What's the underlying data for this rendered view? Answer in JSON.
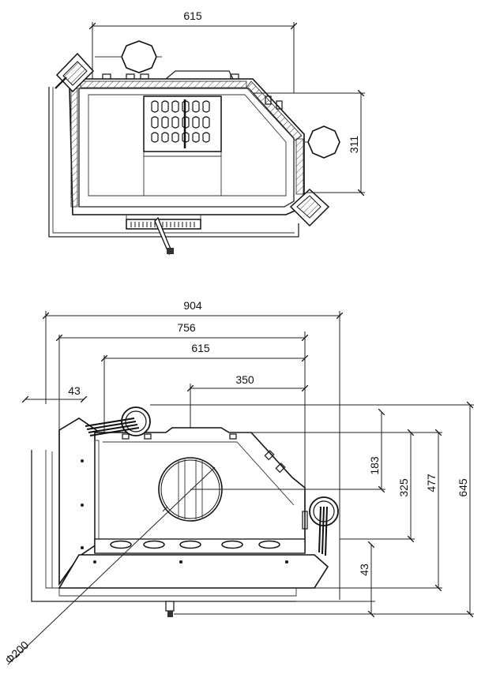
{
  "top_view": {
    "dim_width": "615",
    "dim_depth": "311"
  },
  "front_view": {
    "dim_total_width": "904",
    "dim_outer_width": "756",
    "dim_inner_width": "615",
    "dim_flue_offset": "350",
    "dim_side_offset": "43",
    "dim_flue_height": "183",
    "dim_mid_height": "325",
    "dim_inner_height": "477",
    "dim_total_height": "645",
    "dim_base_height": "43",
    "dim_flue_diameter": "Φ200"
  }
}
